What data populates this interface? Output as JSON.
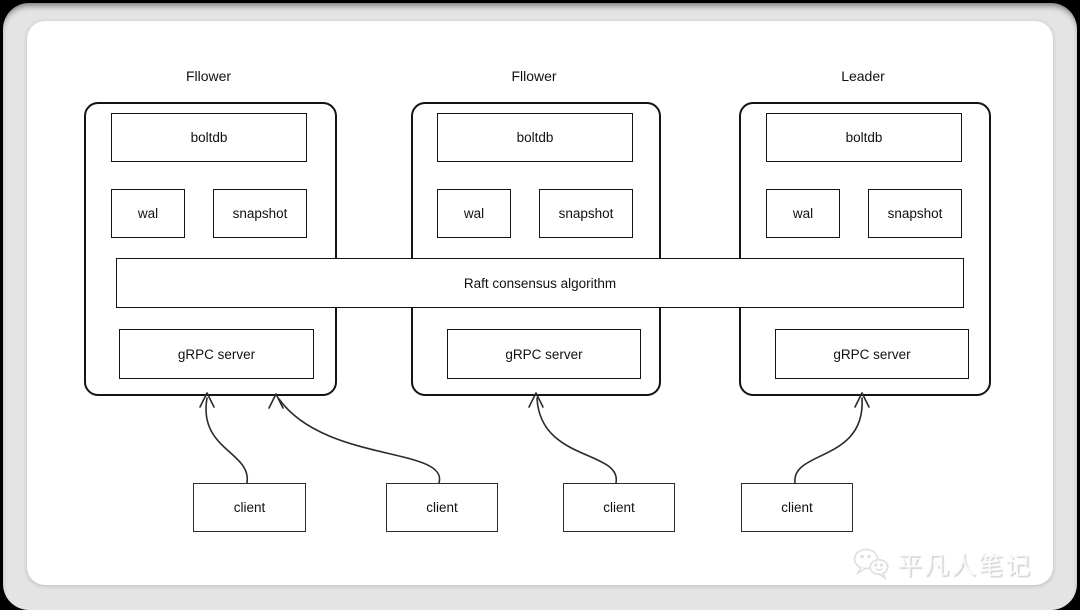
{
  "diagram": {
    "raft_bar_label": "Raft consensus algorithm",
    "nodes": [
      {
        "role": "Fllower",
        "boltdb": "boltdb",
        "wal": "wal",
        "snapshot": "snapshot",
        "grpc": "gRPC server"
      },
      {
        "role": "Fllower",
        "boltdb": "boltdb",
        "wal": "wal",
        "snapshot": "snapshot",
        "grpc": "gRPC server"
      },
      {
        "role": "Leader",
        "boltdb": "boltdb",
        "wal": "wal",
        "snapshot": "snapshot",
        "grpc": "gRPC server"
      }
    ],
    "clients": [
      "client",
      "client",
      "client",
      "client"
    ]
  },
  "watermark": {
    "text": "平凡人笔记",
    "icon": "wechat-icon"
  },
  "colors": {
    "line": "#141414",
    "canvas": "#ffffff",
    "frame": "#e4e4e4",
    "background": "#000000"
  }
}
